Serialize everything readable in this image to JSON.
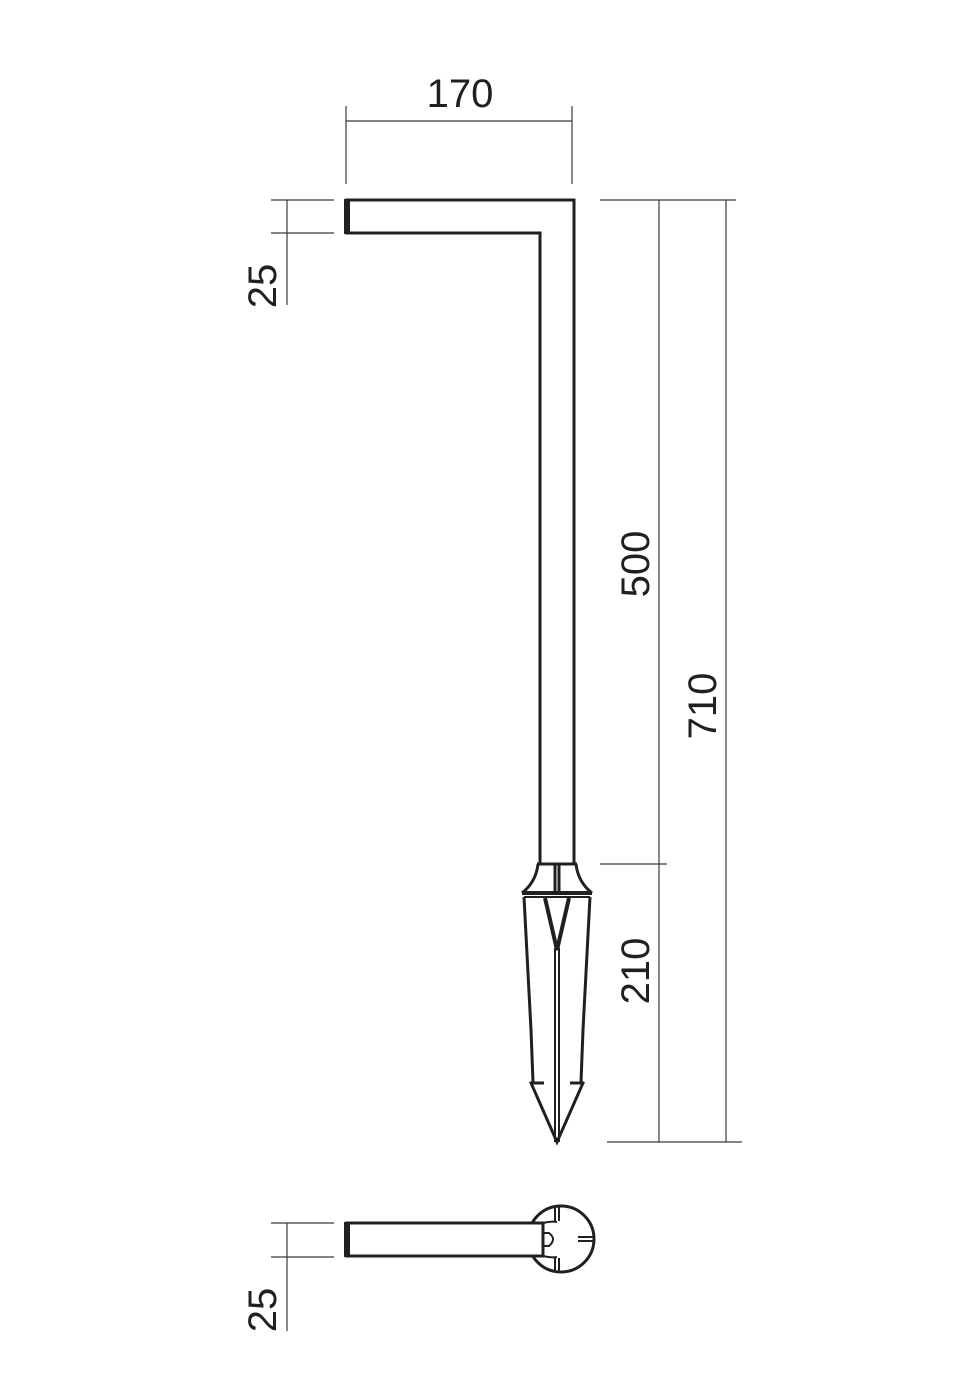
{
  "drawing": {
    "title": "Garden spike lamp dimensional drawing",
    "units": "mm",
    "colors": {
      "outline": "#231f20",
      "dimension_line": "#3a3a3a",
      "background": "#ffffff"
    },
    "front_view": {
      "dimensions": {
        "arm_width": "170",
        "arm_thickness": "25",
        "pole_height": "500",
        "spike_height": "210",
        "total_height": "710"
      }
    },
    "top_view": {
      "dimensions": {
        "arm_thickness": "25"
      }
    }
  }
}
